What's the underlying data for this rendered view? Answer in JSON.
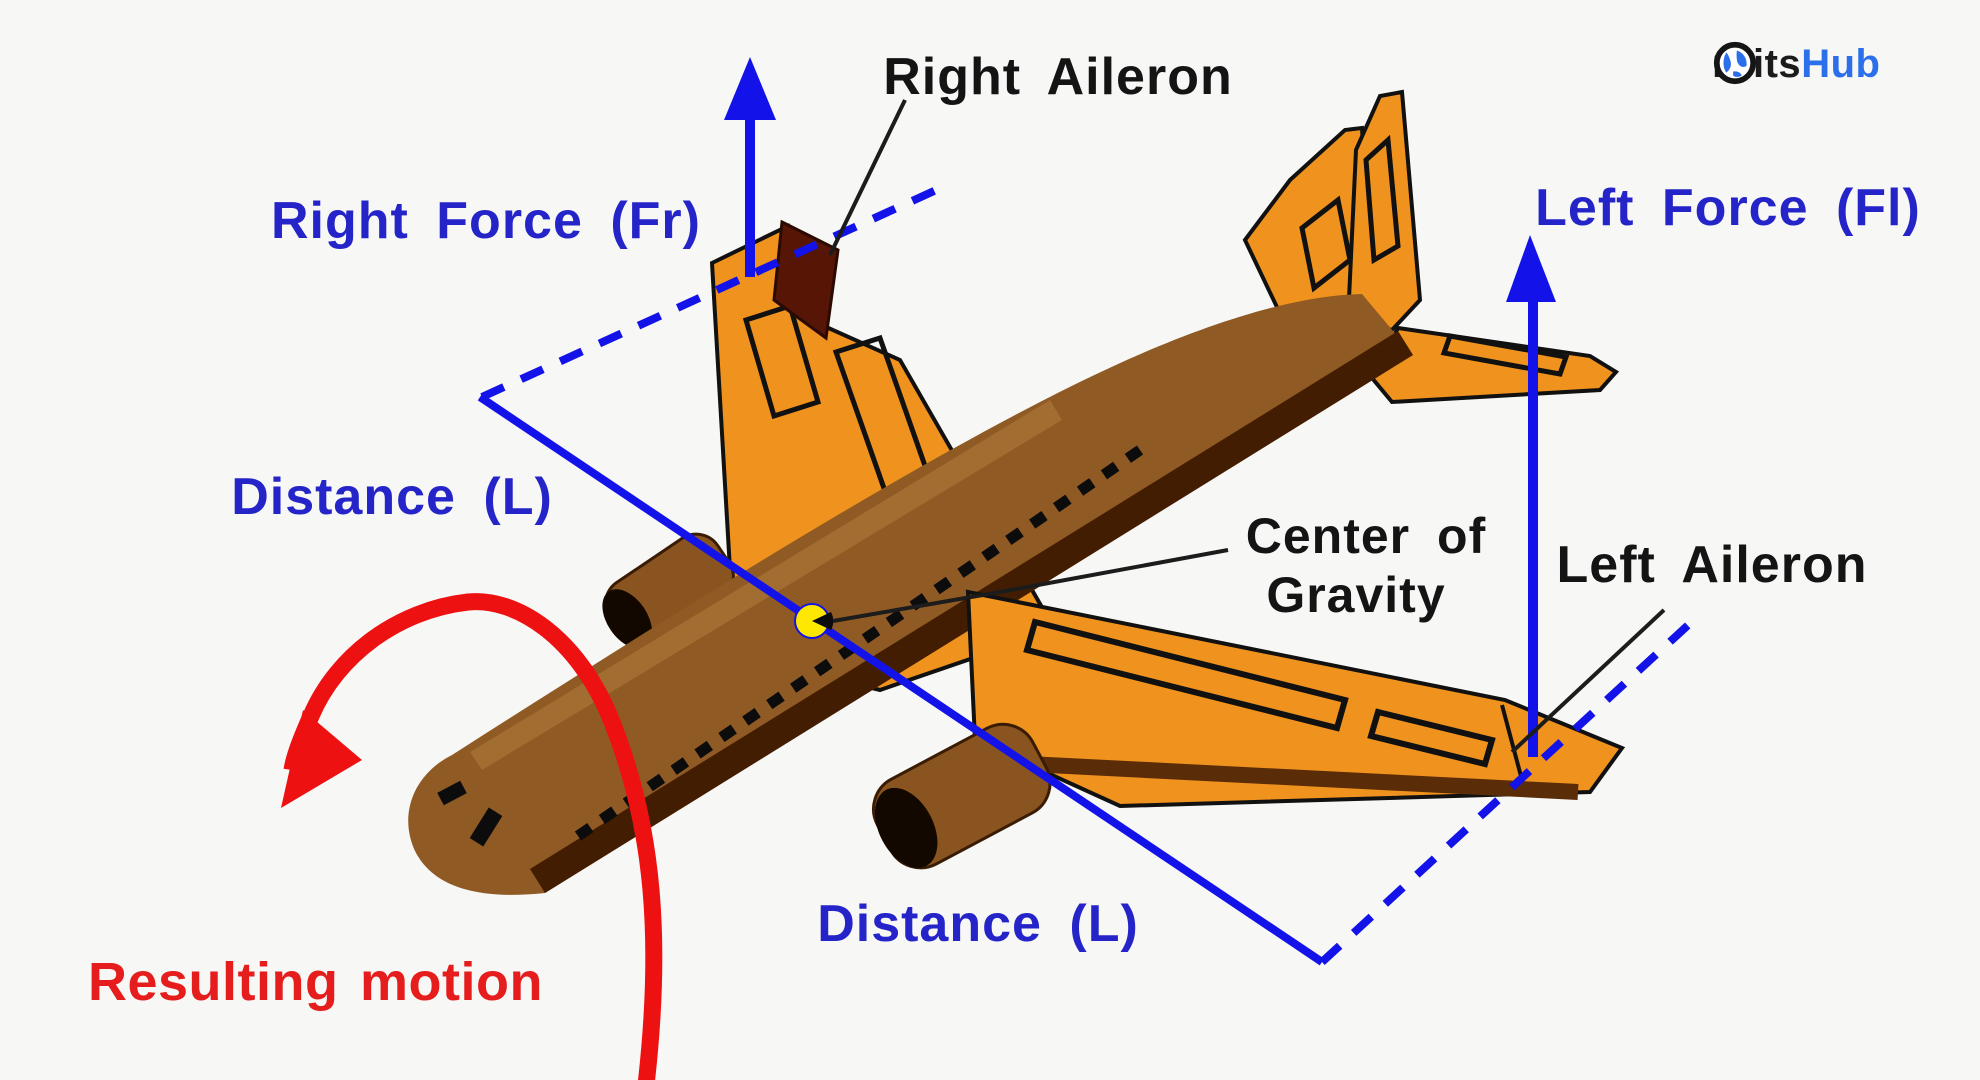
{
  "page": {
    "background": "#f7f7f6"
  },
  "logo": {
    "icon": "globe-icon",
    "text_black": "rbits",
    "text_blue": "Hub",
    "color_blue": "#2b6fea",
    "color_black": "#1b1b1d"
  },
  "diagram": {
    "labels": {
      "right_aileron": "Right Aileron",
      "right_force": "Right Force (Fr)",
      "left_force": "Left Force (Fl)",
      "distance_left": "Distance (L)",
      "distance_bottom": "Distance (L)",
      "center_of_gravity": {
        "line1": "Center of",
        "line2": "Gravity"
      },
      "left_aileron": "Left Aileron",
      "resulting_motion": "Resulting motion"
    },
    "colors": {
      "force_arrow_blue": "#1313e9",
      "label_blue": "#2424c8",
      "label_black": "#141414",
      "motion_red": "#ee1111",
      "motion_label_red": "#e51d1d",
      "wing_orange": "#f0921e",
      "fuselage_brown": "#8f5a24",
      "fuselage_shadow": "#431d02",
      "aileron_dark_maroon": "#571605",
      "cg_dot_yellow": "#ffe800"
    }
  }
}
